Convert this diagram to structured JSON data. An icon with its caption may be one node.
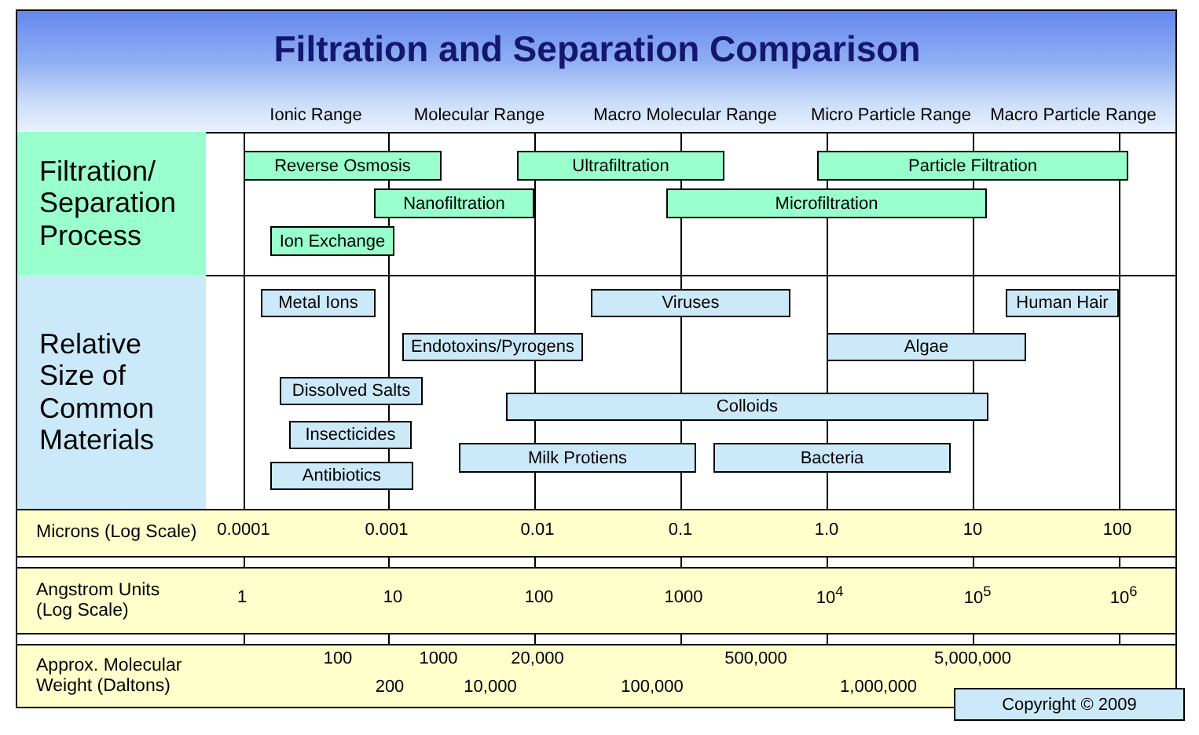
{
  "diagram": {
    "title": "Filtration and Separation Comparison",
    "nodes": [
      {
        "text": [
          "Filtration/ Separation Process"
        ]
      },
      {
        "text": [
          "Reverse Osmosis"
        ]
      },
      {
        "text": [
          "Ultrafiltration"
        ]
      },
      {
        "text": [
          "Particle Filtration"
        ]
      },
      {
        "text": [
          "Nanofiltration"
        ]
      },
      {
        "text": [
          "Microfiltration"
        ]
      },
      {
        "text": [
          "Ion Exchange"
        ]
      },
      {
        "text": [
          "Relative Size of Common Materials"
        ]
      },
      {
        "text": [
          "Metal Ions"
        ]
      },
      {
        "text": [
          "Viruses"
        ]
      },
      {
        "text": [
          "Human Hair"
        ]
      },
      {
        "text": [
          "Endotoxins/Pyrogens"
        ]
      },
      {
        "text": [
          "Algae"
        ]
      },
      {
        "text": [
          "Dissolved Salts"
        ]
      },
      {
        "text": [
          "Colloids"
        ]
      },
      {
        "text": [
          "Insecticides"
        ]
      },
      {
        "text": [
          "Milk Protiens"
        ]
      },
      {
        "text": [
          "Bacteria"
        ]
      },
      {
        "text": [
          "Antibiotics"
        ]
      },
      {
        "text": [
          "Microns (Log Scale)"
        ]
      },
      {
        "text": [
          "Angstrom Units (Log Scale)"
        ]
      },
      {
        "text": [
          "Approx. Molecular Weight (Daltons)"
        ]
      },
      {
        "text": [
          "Copyright © 2009"
        ]
      }
    ],
    "labels": [
      "Ionic Range",
      "Molecular Range",
      "Macro Molecular Range",
      "Micro Particle Range",
      "Macro Particle Range",
      "0.0001",
      "0.001",
      "0.01",
      "0.1",
      "1.0",
      "10",
      "100",
      "1",
      "10",
      "100",
      "1000",
      "10$^{4}$",
      "10$^{5}$",
      "10$^{6}$",
      "100",
      "1000",
      "20,000",
      "500,000",
      "5,000,000",
      "200",
      "10,000",
      "100,000",
      "1,000,000"
    ]
  }
}
